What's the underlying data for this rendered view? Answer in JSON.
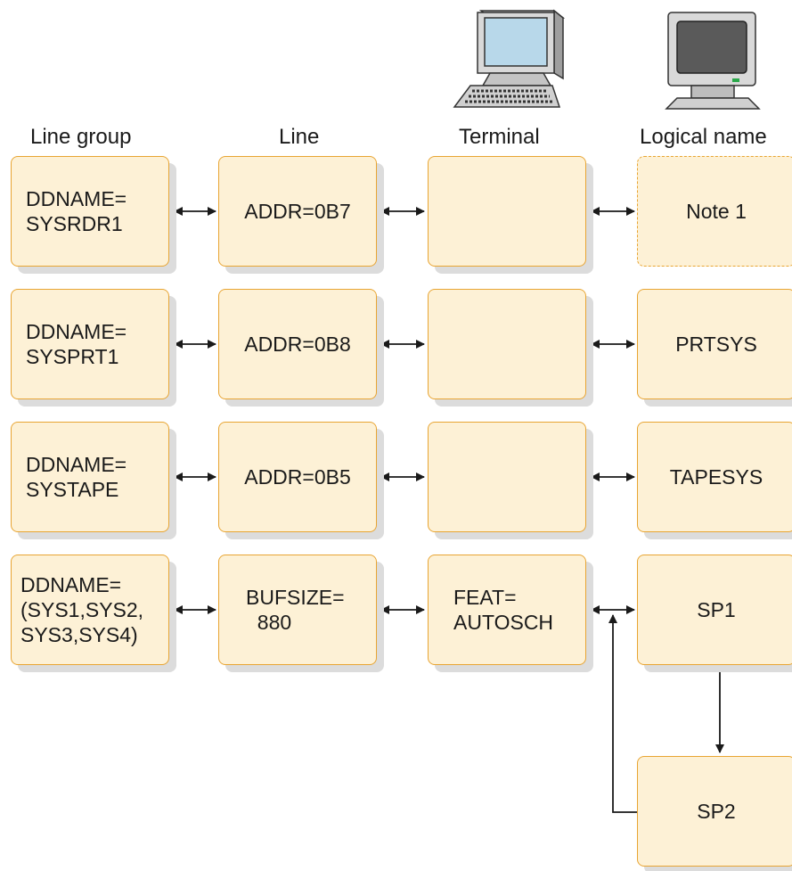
{
  "columns": {
    "line_group": "Line group",
    "line": "Line",
    "terminal": "Terminal",
    "logical_name": "Logical name"
  },
  "rows": [
    {
      "line_group": "DDNAME=\nSYSRDR1",
      "line": "ADDR=0B7",
      "terminal": "",
      "logical_name": "Note 1"
    },
    {
      "line_group": "DDNAME=\nSYSPRT1",
      "line": "ADDR=0B8",
      "terminal": "",
      "logical_name": "PRTSYS"
    },
    {
      "line_group": "DDNAME=\nSYSTAPE",
      "line": "ADDR=0B5",
      "terminal": "",
      "logical_name": "TAPESYS"
    },
    {
      "line_group": "DDNAME=\n(SYS1,SYS2,\nSYS3,SYS4)",
      "line": "BUFSIZE=\n  880",
      "terminal": "FEAT=\nAUTOSCH",
      "logical_name": "SP1"
    }
  ],
  "extra_box": {
    "logical_name": "SP2"
  },
  "colors": {
    "box_fill": "#fdf1d6",
    "box_border": "#e8a533",
    "shadow": "#dcdcdc",
    "line": "#1a1a1a"
  },
  "icons": [
    "desktop-computer-icon",
    "terminal-monitor-icon"
  ]
}
